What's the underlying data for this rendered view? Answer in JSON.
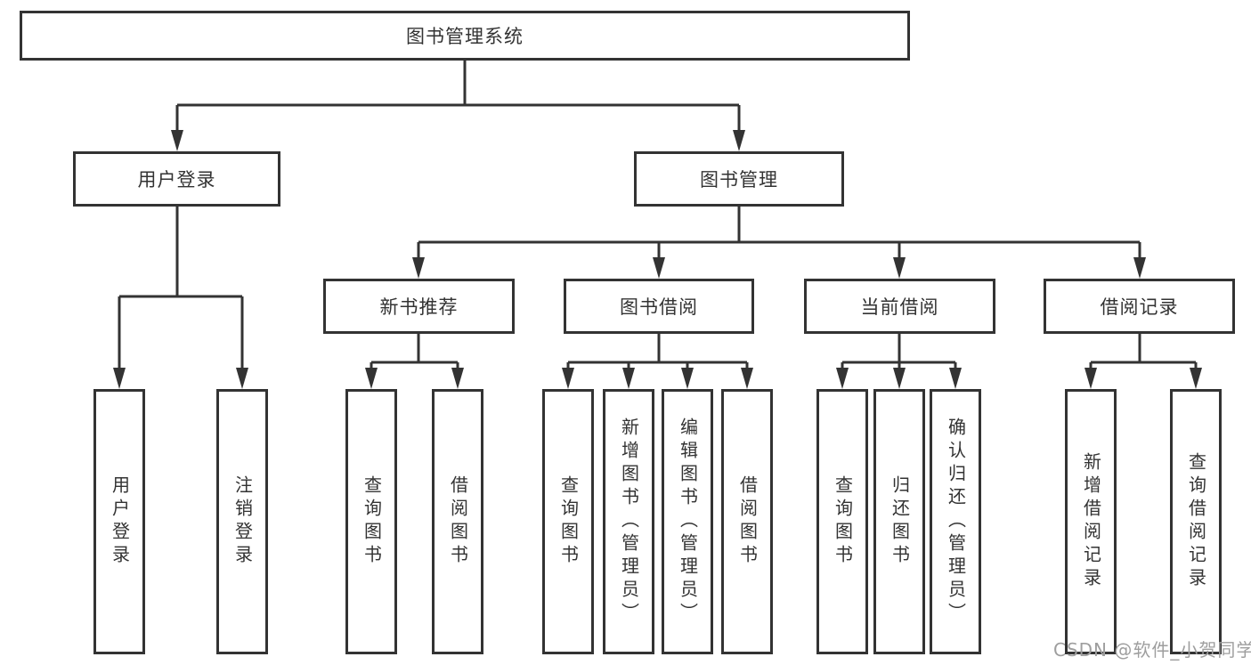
{
  "diagram": {
    "root": "图书管理系统",
    "login": {
      "label": "用户登录",
      "leaves": [
        "用户登录",
        "注销登录"
      ]
    },
    "management": {
      "label": "图书管理"
    },
    "groups": [
      {
        "label": "新书推荐",
        "leaves": [
          "查询图书",
          "借阅图书"
        ]
      },
      {
        "label": "图书借阅",
        "leaves": [
          "查询图书",
          "新增图书（管理员）",
          "编辑图书（管理员）",
          "借阅图书"
        ]
      },
      {
        "label": "当前借阅",
        "leaves": [
          "查询图书",
          "归还图书",
          "确认归还（管理员）"
        ]
      },
      {
        "label": "借阅记录",
        "leaves": [
          "新增借阅记录",
          "查询借阅记录"
        ]
      }
    ]
  },
  "watermark": "CSDN @软件_小贺同学",
  "colors": {
    "line": "#333333",
    "text": "#333333",
    "box_background": "#ffffff",
    "watermark": "#9e9e9e"
  }
}
